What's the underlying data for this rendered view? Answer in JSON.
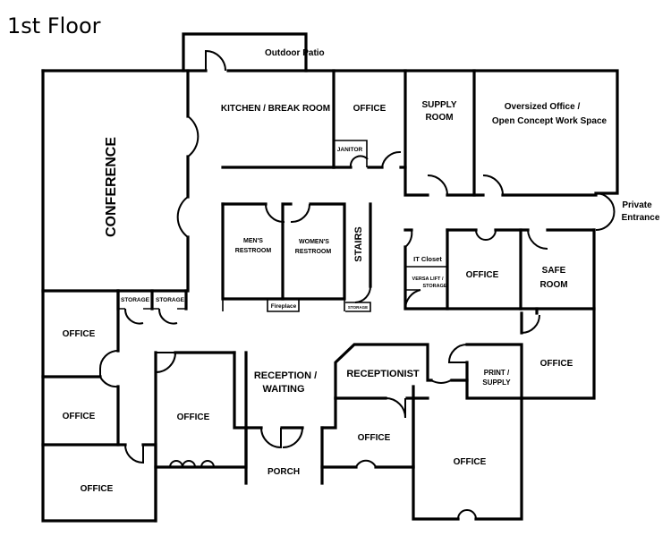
{
  "title": "1st Floor",
  "rooms": {
    "outdoor_patio": "Outdoor Patio",
    "kitchen": "KITCHEN / BREAK ROOM",
    "office_top": "OFFICE",
    "supply_room_1": "SUPPLY",
    "supply_room_2": "ROOM",
    "oversized_1": "Oversized Office /",
    "oversized_2": "Open Concept Work Space",
    "janitor": "JANITOR",
    "private_entrance_1": "Private",
    "private_entrance_2": "Entrance",
    "conference": "CONFERENCE",
    "mens_1": "MEN'S",
    "mens_2": "RESTROOM",
    "womens_1": "WOMEN'S",
    "womens_2": "RESTROOM",
    "stairs": "STAIRS",
    "it_closet": "IT Closet",
    "versa_1": "VERSA LIFT /",
    "versa_2": "STORAGE",
    "office_mid": "OFFICE",
    "safe_1": "SAFE",
    "safe_2": "ROOM",
    "fireplace": "Fireplace",
    "storage_small": "STORAGE",
    "storage_1": "STORAGE",
    "storage_2": "STORAGE",
    "office_left_1": "OFFICE",
    "office_left_2": "OFFICE",
    "office_left_3": "OFFICE",
    "office_center_left": "OFFICE",
    "reception_1": "RECEPTION /",
    "reception_2": "WAITING",
    "receptionist": "RECEPTIONIST",
    "print_1": "PRINT /",
    "print_2": "SUPPLY",
    "office_right": "OFFICE",
    "office_below_recep": "OFFICE",
    "office_big_bottom": "OFFICE",
    "porch": "PORCH"
  }
}
